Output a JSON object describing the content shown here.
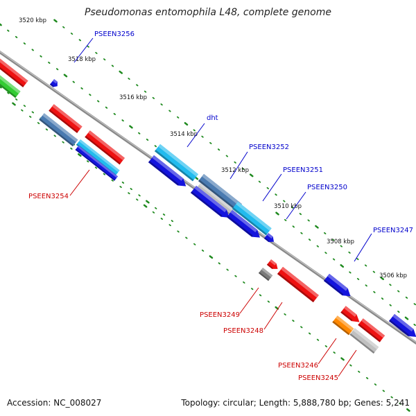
{
  "title": "Pseudomonas entomophila L48, complete genome",
  "footer": {
    "accession": "Accession: NC_008027",
    "topology": "Topology: circular; Length: 5,888,780 bp; Genes: 5,241"
  },
  "colors": {
    "backbone": "#8a8a8a",
    "tick_green": "#1f8a1f",
    "label_blue": "#0000cc",
    "label_red": "#cc0000",
    "red": "#ee1111",
    "blue": "#1414dd",
    "light_blue": "#22bbee",
    "steel_blue": "#4a7ab0",
    "green": "#33cc33",
    "gray": "#7a7a7a",
    "light_gray": "#c0c0c0",
    "orange": "#ff8800"
  },
  "ticks": [
    {
      "label": "3520 kbp"
    },
    {
      "label": "3518 kbp"
    },
    {
      "label": "3516 kbp"
    },
    {
      "label": "3514 kbp"
    },
    {
      "label": "3512 kbp"
    },
    {
      "label": "3510 kbp"
    },
    {
      "label": "3508 kbp"
    },
    {
      "label": "3506 kbp"
    }
  ],
  "gene_labels": [
    {
      "name": "PSEEN3256",
      "color": "blue"
    },
    {
      "name": "dht",
      "color": "blue"
    },
    {
      "name": "PSEEN3252",
      "color": "blue"
    },
    {
      "name": "PSEEN3251",
      "color": "blue"
    },
    {
      "name": "PSEEN3250",
      "color": "blue"
    },
    {
      "name": "PSEEN3247",
      "color": "blue"
    },
    {
      "name": "PSEEN3254",
      "color": "red"
    },
    {
      "name": "PSEEN3249",
      "color": "red"
    },
    {
      "name": "PSEEN3248",
      "color": "red"
    },
    {
      "name": "PSEEN3246",
      "color": "red"
    },
    {
      "name": "PSEEN3245",
      "color": "red"
    }
  ]
}
